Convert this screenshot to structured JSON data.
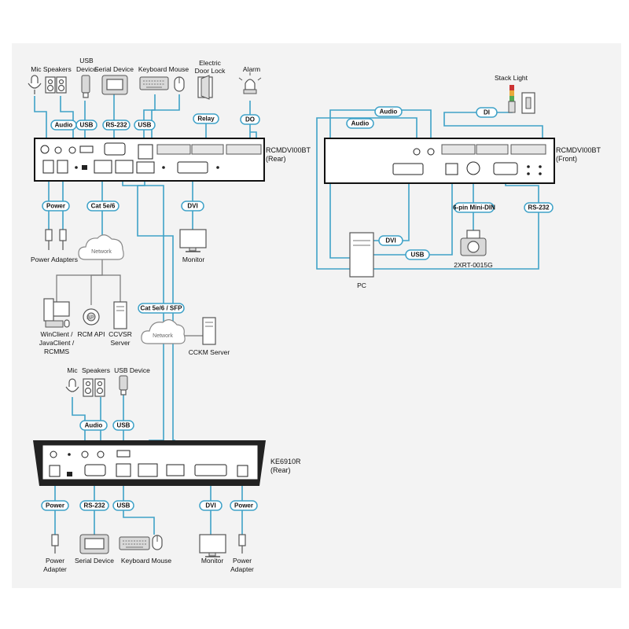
{
  "devices": {
    "rcm_rear": {
      "name": "RCMDVI00BT",
      "sub": "(Rear)"
    },
    "rcm_front": {
      "name": "RCMDVI00BT",
      "sub": "(Front)"
    },
    "ke_rear": {
      "name": "KE6910R",
      "sub": "(Rear)"
    }
  },
  "top_labels": {
    "mic_speakers": "Mic Speakers",
    "usb_device_1": "USB",
    "usb_device_2": "Device",
    "serial_device": "Serial Device",
    "keyboard_mouse": "Keyboard Mouse",
    "door_lock_1": "Electric",
    "door_lock_2": "Door Lock",
    "alarm": "Alarm",
    "stack_light": "Stack Light"
  },
  "pills": {
    "audio": "Audio",
    "usb": "USB",
    "rs232": "RS-232",
    "relay": "Relay",
    "do": "DO",
    "di": "DI",
    "power": "Power",
    "cat5": "Cat 5e/6",
    "cat5sfp": "Cat 5e/6 / SFP",
    "dvi": "DVI",
    "mini_din": "6-pin Mini-DIN"
  },
  "labels": {
    "power_adapters": "Power Adapters",
    "monitor": "Monitor",
    "network": "Network",
    "winclient_1": "WinClient /",
    "winclient_2": "JavaClient /",
    "winclient_3": "RCMMS",
    "rcm_api": "RCM API",
    "ccvsr_1": "CCVSR",
    "ccvsr_2": "Server",
    "cckm": "CCKM Server",
    "pc": "PC",
    "sensor": "2XRT-0015G",
    "api_badge": "API",
    "ke_mic": "Mic",
    "ke_speakers": "Speakers",
    "ke_usb_device": "USB Device",
    "power_adapter_1": "Power",
    "power_adapter_2": "Adapter",
    "serial_device": "Serial Device",
    "keyboard_mouse": "Keyboard  Mouse"
  }
}
